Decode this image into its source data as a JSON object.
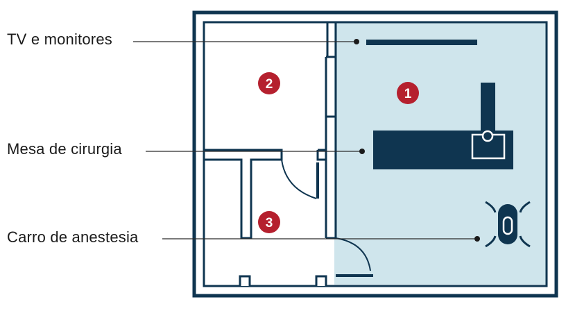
{
  "labels": {
    "tv": "TV e monitores",
    "table": "Mesa de cirurgia",
    "cart": "Carro de anestesia"
  },
  "rooms": [
    {
      "number": "1"
    },
    {
      "number": "2"
    },
    {
      "number": "3"
    }
  ],
  "colors": {
    "wall": "#0f3550",
    "room_fill": "#cfe5ec",
    "badge": "#b5202e",
    "badge_text": "#ffffff",
    "leader_line": "#2b2b2b",
    "label_text": "#1b1b1b"
  }
}
